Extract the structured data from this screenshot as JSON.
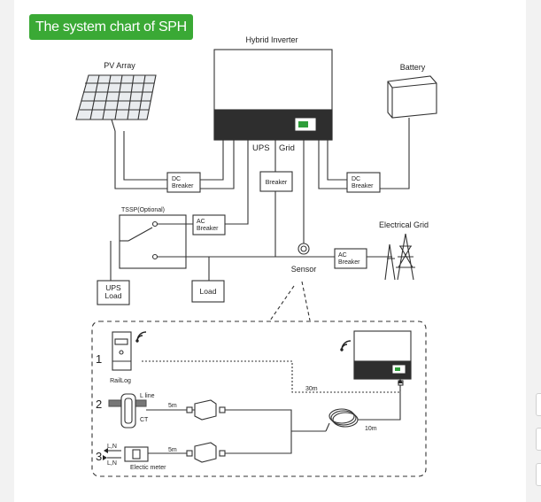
{
  "title": "The system chart of SPH",
  "labels": {
    "inverter": "Hybrid Inverter",
    "pv": "PV Array",
    "battery": "Battery",
    "ups_port": "UPS",
    "grid_port": "Grid",
    "dc_breaker_1": "DC\nBreaker",
    "dc_breaker_2": "DC\nBreaker",
    "breaker": "Breaker",
    "ac_breaker_1": "AC\nBreaker",
    "ac_breaker_2": "AC\nBreaker",
    "tssp": "TSSP(Optional)",
    "ups_load": "UPS\nLoad",
    "load": "Load",
    "electrical_grid": "Electrical Grid",
    "sensor": "Sensor",
    "num1": "1",
    "num2": "2",
    "num3": "3",
    "raillog": "RailLog",
    "l_line": "L line",
    "ct": "CT",
    "ln_in": "L,N",
    "ln_out": "L,N",
    "electric_meter": "Electic meter",
    "d_30m": "30m",
    "d_5m_1": "5m",
    "d_5m_2": "5m",
    "d_10m": "10m"
  },
  "colors": {
    "accent": "#3aa935",
    "inverter_screen": "#2f9e3a",
    "line": "#333333"
  }
}
